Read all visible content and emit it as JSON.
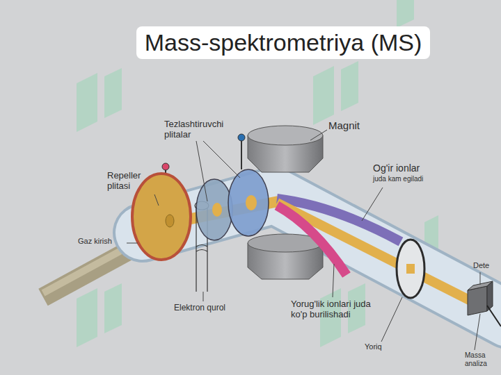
{
  "diagram": {
    "title": "Mass-spektrometriya (MS)",
    "labels": [
      "Tezlashtiruvchi plitalar",
      "Magnit",
      "Repeller plitasi",
      "Og'ir ionlar",
      "juda kam egiladi",
      "Gaz kirish",
      "Elektron qurol",
      "Yorug'lik ionlari juda ko'p burilishadi",
      "Yoriq",
      "Dete",
      "Massa analiza"
    ]
  }
}
